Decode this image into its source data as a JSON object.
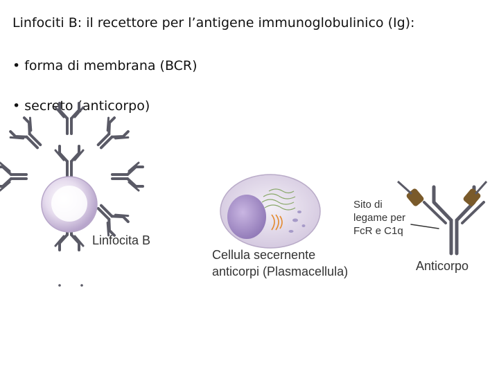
{
  "slide": {
    "title": "Linfociti B: il recettore per l’antigene immunoglobulinico (Ig):",
    "bullets": [
      "• forma di membrana (BCR)",
      "• secreto (anticorpo)"
    ]
  },
  "figure": {
    "b_cell_label": "Linfocita B",
    "plasma_label_line1": "Cellula secernente",
    "plasma_label_line2": "anticorpi (Plasmacellula)",
    "site_label_line1": "Sito di",
    "site_label_line2": "legame per",
    "site_label_line3": "FcR e C1q",
    "antibody_label": "Anticorpo"
  },
  "colors": {
    "title_text": "#111111",
    "receptor": "#5a5a66",
    "cell_fill": "#d9cce5",
    "nucleus": "#9d88c4",
    "antigen": "#7a5a2a"
  }
}
